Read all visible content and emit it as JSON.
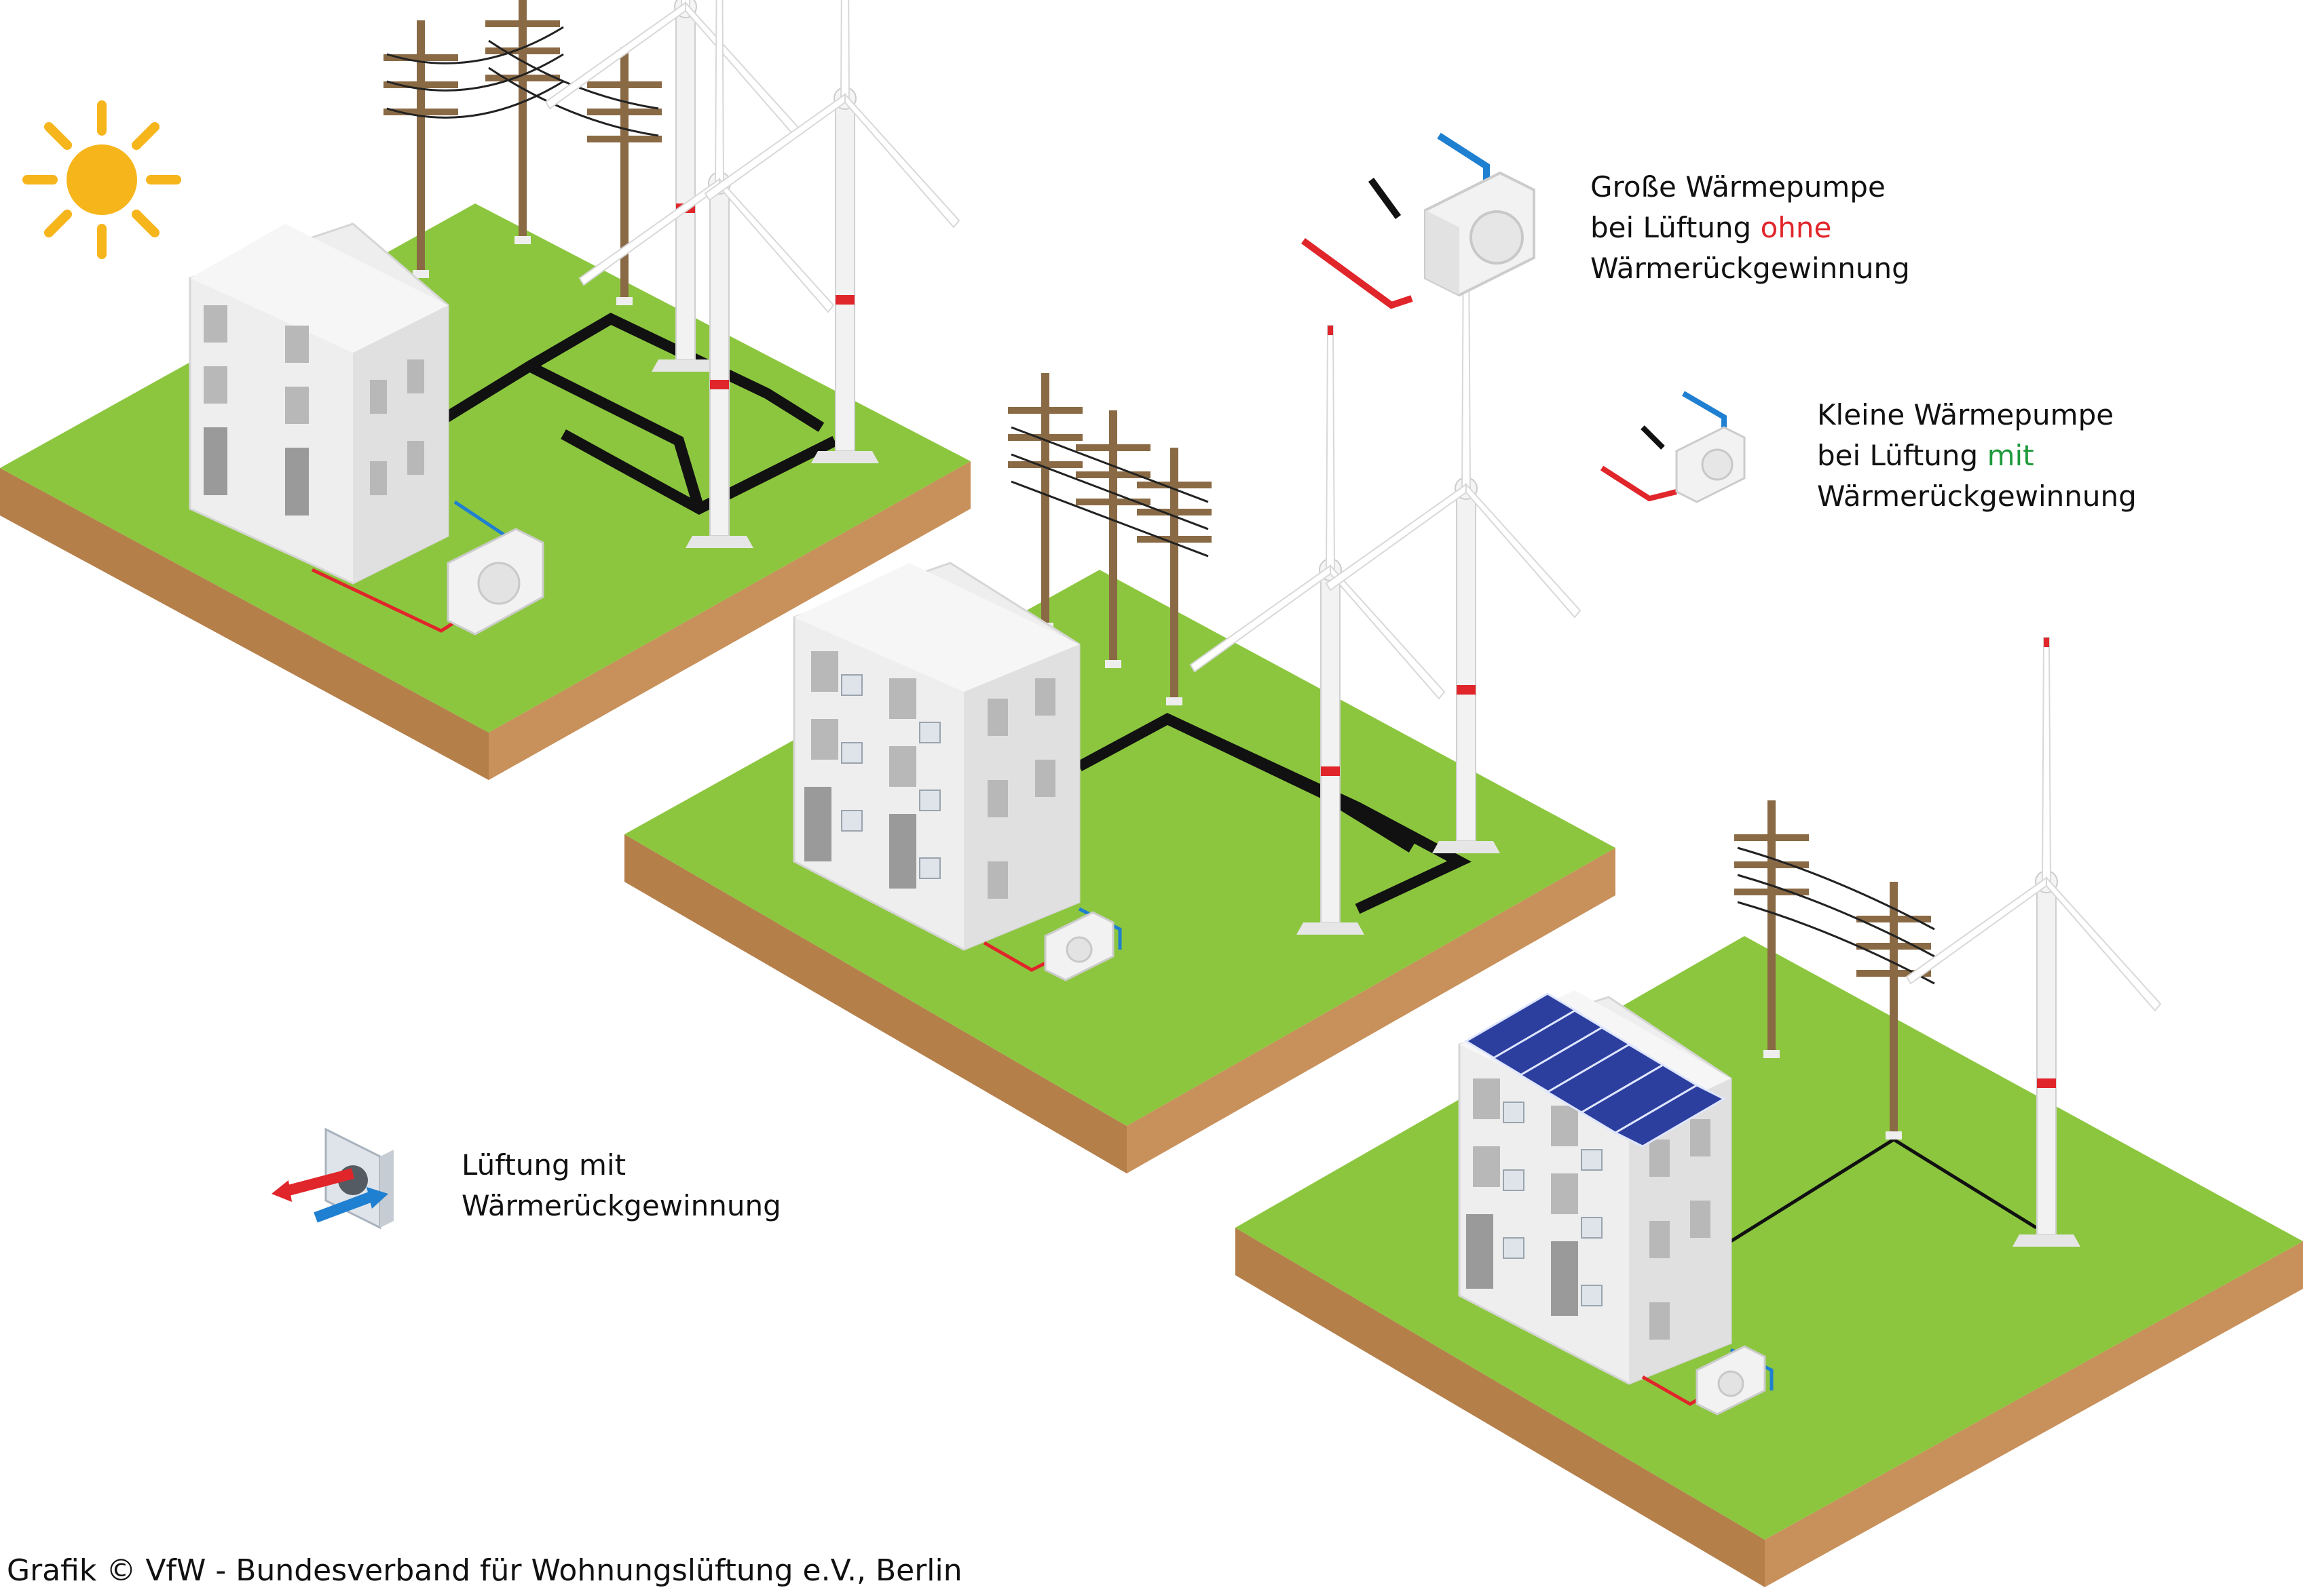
{
  "legend": {
    "large_pump": {
      "line1": "Große Wärmepumpe",
      "line2_prefix": "bei Lüftung ",
      "line2_highlight": "ohne",
      "line3": "Wärmerückgewinnung",
      "highlight_color": "#e0262b"
    },
    "small_pump": {
      "line1": "Kleine Wärmepumpe",
      "line2_prefix": "bei Lüftung ",
      "line2_highlight": "mit",
      "line3": "Wärmerückgewinnung",
      "highlight_color": "#1f9a3c"
    },
    "ventilation": {
      "line1": "Lüftung mit",
      "line2": "Wärmerückgewinnung"
    }
  },
  "credit": "Grafik © VfW - Bundesverband für Wohnungslüftung e.V., Berlin",
  "colors": {
    "grass": "#8cc63f",
    "soil_left": "#b57f4a",
    "soil_right": "#c8905a",
    "building": "#eeeeee",
    "window": "#b8b8b8",
    "pole": "#8a6a45",
    "cable_red": "#e0262b",
    "cable_blue": "#1f7fd1",
    "sun": "#f7b51c",
    "solar": "#2c3e9e"
  },
  "scenarios": [
    {
      "name": "large-pump-scenario",
      "turbines": 3,
      "pump": "large",
      "solar": false
    },
    {
      "name": "small-pump-scenario",
      "turbines": 2,
      "pump": "small",
      "solar": false
    },
    {
      "name": "solar-scenario",
      "turbines": 1,
      "pump": "small",
      "solar": true
    }
  ]
}
